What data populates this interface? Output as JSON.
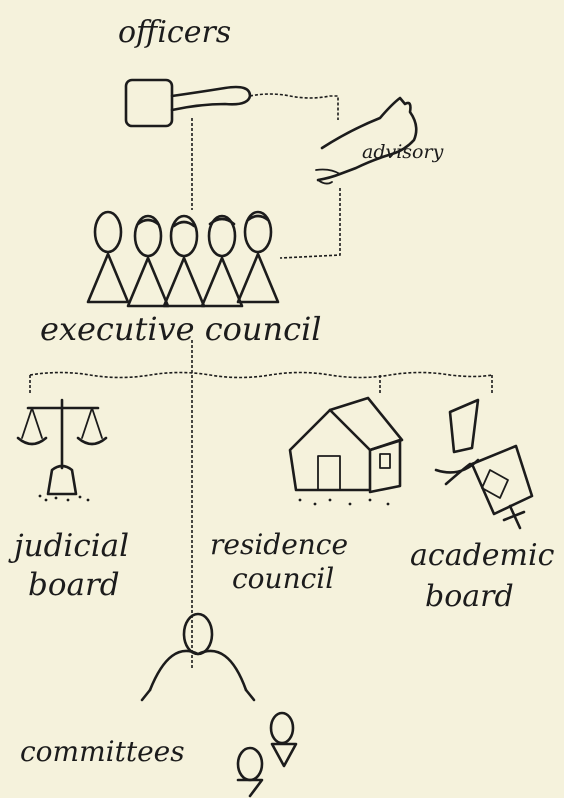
{
  "labels": {
    "officers": "officers",
    "advisory": "advisory",
    "executive_council": "executive council",
    "judicial_board": [
      "judicial",
      "board"
    ],
    "residence_council": [
      "residence",
      "council"
    ],
    "academic_board": [
      "academic",
      "board"
    ],
    "committees": "committees"
  },
  "icons": {
    "officers": "gavel-icon",
    "advisory": "owl-on-branch-icon",
    "executive_council": "five-people-icon",
    "judicial_board": "scales-icon",
    "residence_council": "house-icon",
    "academic_board": "diploma-icon",
    "committees": "people-group-icon"
  },
  "colors": {
    "ink": "#1c1c1c",
    "paper": "#f5f2dc"
  }
}
